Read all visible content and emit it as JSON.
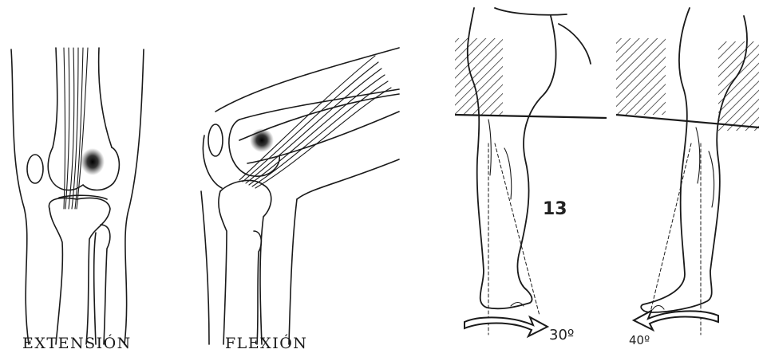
{
  "captions": {
    "extension": "EXTENSIÓN",
    "flexion": "FLEXIÓN"
  },
  "right_figure": {
    "figure_number": "13",
    "angle_left": "30º",
    "angle_right": "40º"
  },
  "colors": {
    "ink": "#1a1a1a",
    "paper": "#ffffff",
    "hatch": "#333333"
  }
}
